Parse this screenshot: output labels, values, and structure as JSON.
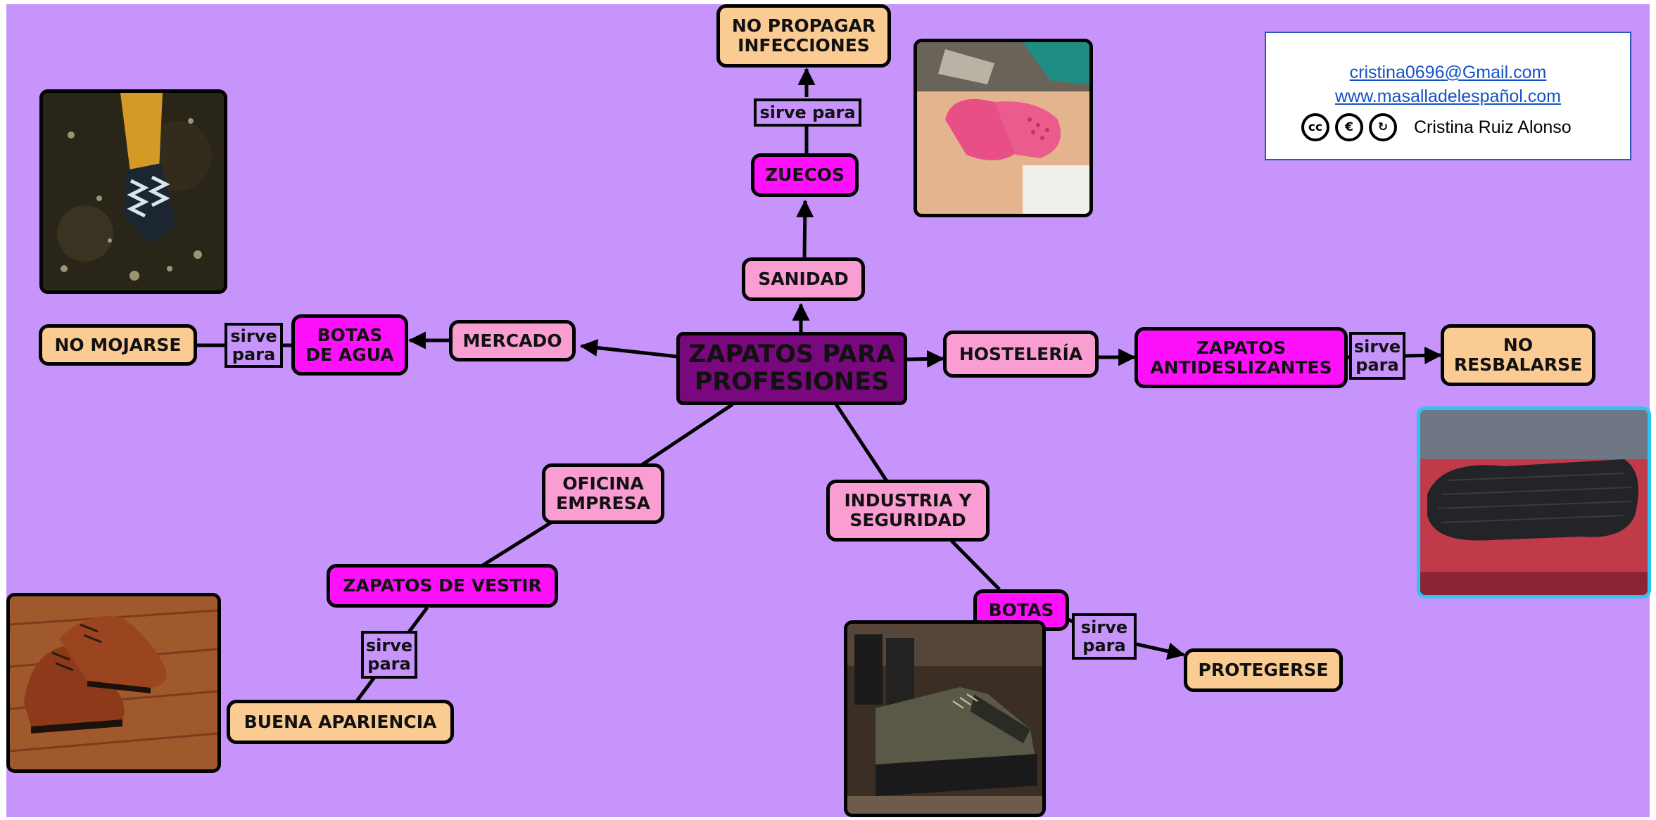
{
  "root": {
    "label": "ZAPATOS PARA\nPROFESIONES"
  },
  "nodes": {
    "sanidad": "SANIDAD",
    "zuecos": "ZUECOS",
    "no_propagar": "NO PROPAGAR\nINFECCIONES",
    "mercado": "MERCADO",
    "botas_agua": "BOTAS\nDE AGUA",
    "no_mojarse": "NO MOJARSE",
    "hosteleria": "HOSTELERÍA",
    "zapatos_antideslizantes": "ZAPATOS\nANTIDESLIZANTES",
    "no_resbalarse": "NO\nRESBALARSE",
    "oficina": "OFICINA\nEMPRESA",
    "zapatos_vestir": "ZAPATOS DE VESTIR",
    "buena_apariencia": "BUENA APARIENCIA",
    "industria": "INDUSTRIA Y\nSEGURIDAD",
    "botas": "BOTAS",
    "protegerse": "PROTEGERSE"
  },
  "link_labels": {
    "zuecos": "sirve para",
    "botas_agua": "sirve\npara",
    "antideslizantes": "sirve\npara",
    "vestir": "sirve\npara",
    "botas": "sirve\npara"
  },
  "credits": {
    "email": "cristina0696@Gmail.com",
    "website": "www.masalladelespañol.com",
    "author": "Cristina Ruiz Alonso",
    "license_icons": [
      "cc-icon",
      "non-commercial-icon",
      "share-alike-icon"
    ]
  },
  "colors": {
    "background": "#c694fb",
    "root": "#79087e",
    "category": "#f99dd3",
    "shoe": "#fd11fb",
    "purpose": "#fbcb94"
  }
}
